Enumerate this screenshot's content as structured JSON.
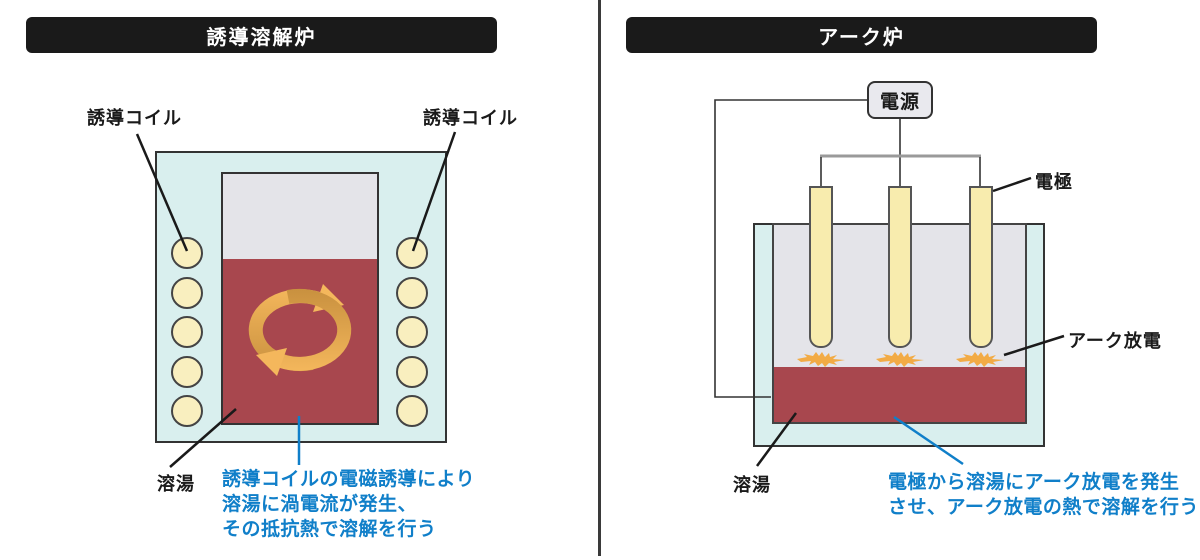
{
  "left_panel": {
    "title": "誘導溶解炉",
    "coil_label_left": "誘導コイル",
    "coil_label_right": "誘導コイル",
    "melt_label": "溶湯",
    "description": [
      "誘導コイルの電磁誘導により",
      "溶湯に渦電流が発生、",
      "その抵抗熱で溶解を行う"
    ]
  },
  "right_panel": {
    "title": "アーク炉",
    "power_label": "電源",
    "electrode_label": "電極",
    "arc_label": "アーク放電",
    "melt_label": "溶湯",
    "description": [
      "電極から溶湯にアーク放電を発生",
      "させ、アーク放電の熱で溶解を行う"
    ]
  },
  "colors": {
    "title_bar_bg": "#1a1a1a",
    "title_text": "#ffffff",
    "furnace_shell": "#d9efee",
    "charge_gray": "#e4e4e9",
    "melt_red": "#a8474e",
    "coil_yellow": "#f9efbf",
    "electrode_yellow": "#f8ecae",
    "arrow_orange_light": "#f4b75c",
    "arrow_orange_dark": "#c9913f",
    "spark_orange": "#f2ab45",
    "annotation_blue": "#107fc9",
    "wire_gray": "#9a9a9a"
  }
}
